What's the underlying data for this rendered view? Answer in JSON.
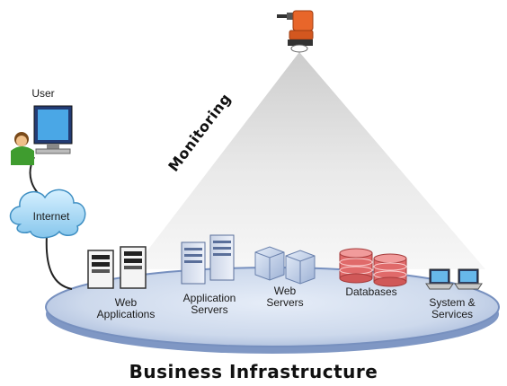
{
  "diagram": {
    "title": "Business Infrastructure",
    "monitoring_label": "Monitoring",
    "user_label": "User",
    "internet_label": "Internet",
    "components": {
      "web_applications": "Web\nApplications",
      "application_servers": "Application\nServers",
      "web_servers": "Web\nServers",
      "databases": "Databases",
      "system_services": "System &\nServices"
    }
  },
  "icons": [
    "monitor-robot-icon",
    "user-computer-icon",
    "cloud-icon",
    "web-app-server-icon",
    "app-server-icon",
    "web-server-icon",
    "database-icon",
    "laptop-icon"
  ],
  "colors": {
    "platform_fill": "#c9d6ea",
    "platform_edge": "#6e88b8",
    "beam": "#dfdfdf",
    "robot": "#e8662a",
    "database": "#e06a6a",
    "cloud": "#a9d6f0"
  }
}
